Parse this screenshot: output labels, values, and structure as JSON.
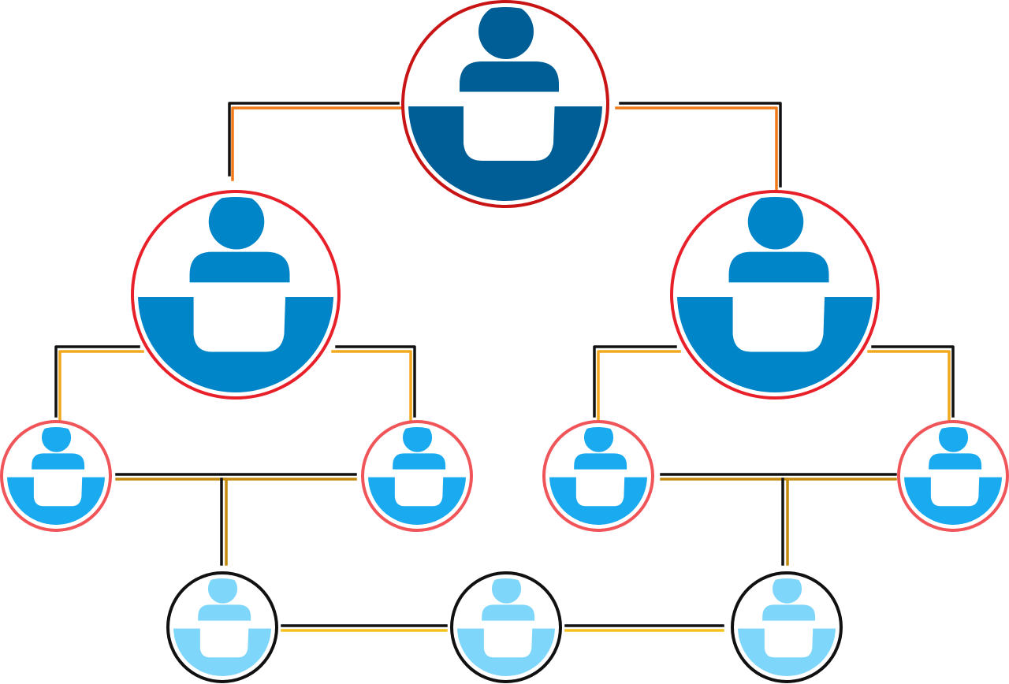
{
  "diagram": {
    "type": "org-hierarchy",
    "icon": "person-at-desk-icon",
    "colors": {
      "background": "#ffffff",
      "level_1_fill": "#005e96",
      "level_2_fill": "#0085c8",
      "level_3_fill": "#1aaaf0",
      "level_4_fill": "#7fd6fb",
      "ring_dark_red": "#c81414",
      "ring_red": "#e8202a",
      "ring_light_red": "#f0555a",
      "ring_black": "#111111",
      "connector_black": "#111111",
      "connector_orange": "#f07a1a",
      "connector_amber": "#f2a81e",
      "connector_gold": "#c48a10",
      "connector_yellow": "#f4c21a"
    },
    "nodes": [
      {
        "id": "top",
        "level": 1
      },
      {
        "id": "mid-left",
        "level": 2
      },
      {
        "id": "mid-right",
        "level": 2
      },
      {
        "id": "low-1",
        "level": 3
      },
      {
        "id": "low-2",
        "level": 3
      },
      {
        "id": "low-3",
        "level": 3
      },
      {
        "id": "low-4",
        "level": 3
      },
      {
        "id": "base-1",
        "level": 4
      },
      {
        "id": "base-2",
        "level": 4
      },
      {
        "id": "base-3",
        "level": 4
      }
    ],
    "edges": [
      {
        "from": "top",
        "to": "mid-left"
      },
      {
        "from": "top",
        "to": "mid-right"
      },
      {
        "from": "mid-left",
        "to": "low-1"
      },
      {
        "from": "mid-left",
        "to": "low-2"
      },
      {
        "from": "mid-right",
        "to": "low-3"
      },
      {
        "from": "mid-right",
        "to": "low-4"
      },
      {
        "from": "low-1",
        "to": "low-2"
      },
      {
        "from": "low-3",
        "to": "low-4"
      },
      {
        "from": "low-1",
        "to": "base-1"
      },
      {
        "from": "low-3",
        "to": "base-3"
      },
      {
        "from": "base-1",
        "to": "base-2"
      },
      {
        "from": "base-2",
        "to": "base-3"
      }
    ]
  }
}
